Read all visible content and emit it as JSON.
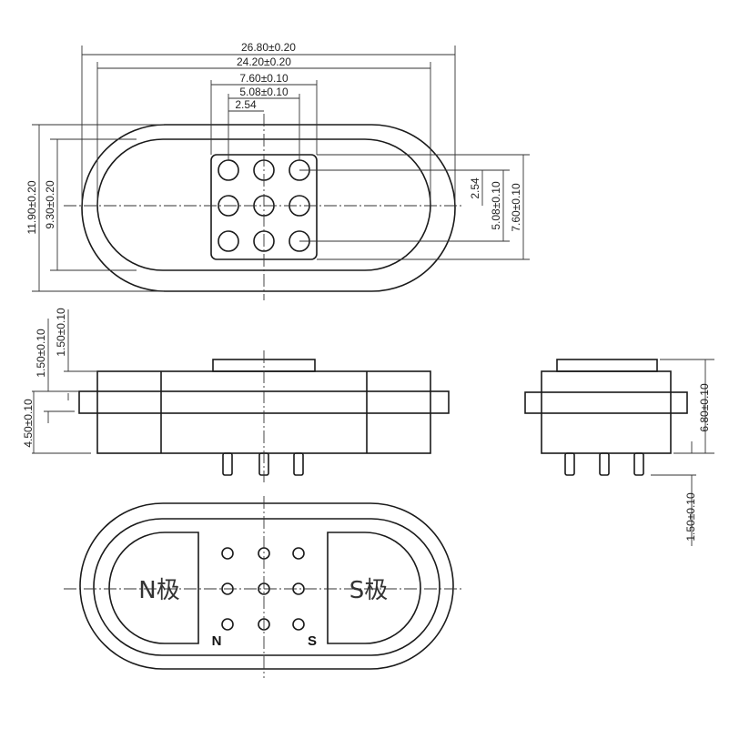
{
  "top_view": {
    "dims_horizontal": [
      "26.80±0.20",
      "24.20±0.20",
      "7.60±0.10",
      "5.08±0.10",
      "2.54"
    ],
    "dims_left": [
      "11.90±0.20",
      "9.30±0.20"
    ],
    "dims_right": [
      "2.54",
      "5.08±0.10",
      "7.60±0.10"
    ]
  },
  "front_view": {
    "dims": [
      "1.50±0.10",
      "1.50±0.10",
      "4.50±0.10"
    ]
  },
  "side_view": {
    "dims": [
      "6.80±0.10",
      "1.50±0.10"
    ]
  },
  "bottom_view": {
    "left_magnet": "N极",
    "right_magnet": "S极",
    "n_mark": "N",
    "s_mark": "S"
  }
}
